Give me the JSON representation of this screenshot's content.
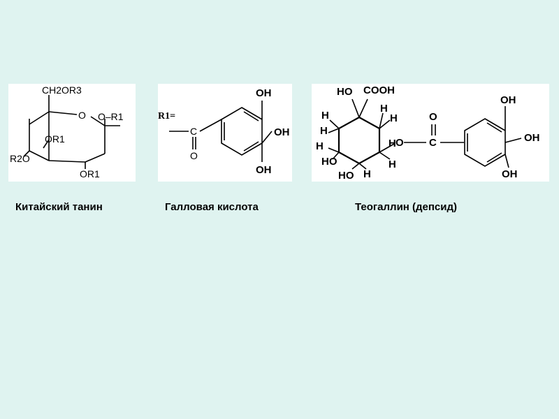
{
  "structures": {
    "tannin": {
      "labels": {
        "ch2or3": "CH2OR3",
        "ring_o": "O",
        "o_r1": "O–R1",
        "or1_inner": "OR1",
        "r2o": "R2O",
        "or1_bottom": "OR1"
      },
      "caption": "Китайский танин"
    },
    "gallic": {
      "labels": {
        "r1_eq": "R1=",
        "c": "C",
        "o": "O",
        "oh_top": "OH",
        "oh_mid": "OH",
        "oh_bottom": "OH"
      },
      "caption": "Галловая кислота"
    },
    "theogallin": {
      "labels": {
        "ho_top": "HO",
        "cooh": "COOH",
        "h1": "H",
        "h2": "H",
        "h3": "H",
        "h4": "H",
        "h5": "H",
        "h6": "H",
        "ho_left": "HO",
        "ho_bottom": "HO",
        "h7": "H",
        "h8": "H",
        "o_ester": "O",
        "c": "C",
        "o_carbonyl": "O",
        "oh_top": "OH",
        "oh_mid": "OH",
        "oh_bottom": "OH"
      },
      "caption": "Теогаллин (депсид)"
    }
  }
}
